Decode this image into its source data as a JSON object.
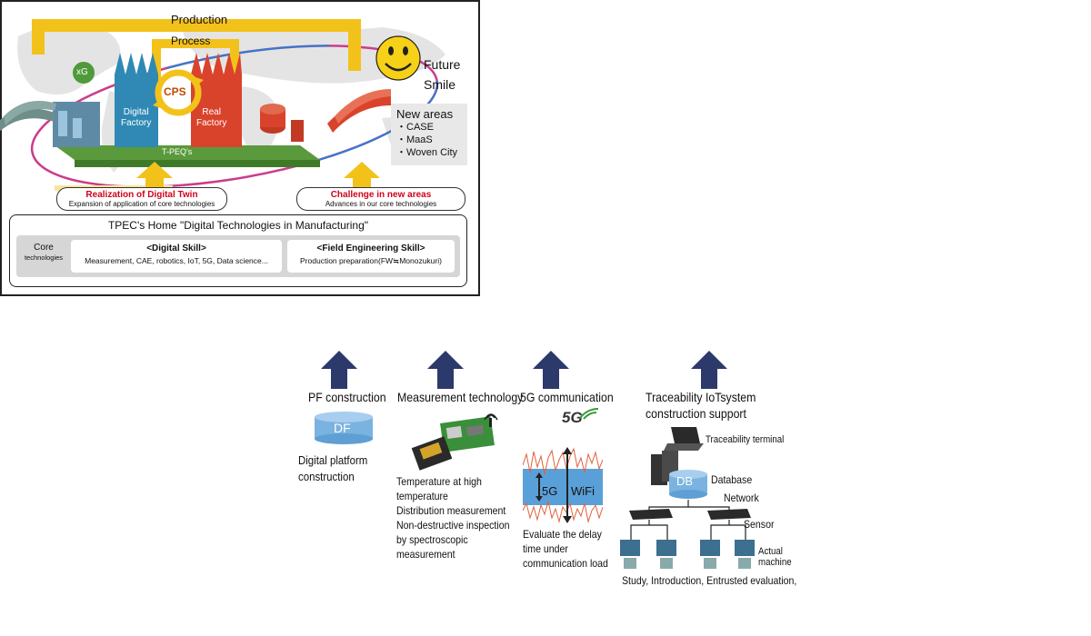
{
  "scene": {
    "production_label": "Production",
    "process_label": "Process",
    "cps_label": "CPS",
    "xg_label": "xG",
    "digital_factory_label": [
      "Digital",
      "Factory"
    ],
    "real_factory_label": [
      "Real",
      "Factory"
    ],
    "platform_label": "T-PEQ's",
    "future_smile_label": [
      "Future",
      "Smile"
    ],
    "new_areas": {
      "title": "New areas",
      "items": [
        "・CASE",
        "・MaaS",
        "・Woven City"
      ]
    },
    "digital_twin": {
      "title": "Realization of Digital Twin",
      "subtitle": "Expansion of application of core technologies"
    },
    "new_challenge": {
      "title": "Challenge in new areas",
      "subtitle": "Advances in our core technologies"
    }
  },
  "home": {
    "title": "TPEC's Home \"Digital Technologies in Manufacturing\"",
    "core_label": "Core",
    "core_sub": "technologies",
    "digital_skill": {
      "title": "<Digital Skill>",
      "desc": "Measurement, CAE, robotics, IoT, 5G, Data science..."
    },
    "field_skill": {
      "title": "<Field Engineering Skill>",
      "desc": "Production preparation(FW≒Monozukuri)"
    }
  },
  "columns": {
    "pf": {
      "title": "PF construction",
      "df_label": "DF",
      "desc": [
        "Digital platform",
        "construction"
      ]
    },
    "measurement": {
      "title": "Measurement technology",
      "desc": [
        "Temperature at high",
        "temperature",
        "Distribution measurement",
        "Non-destructive inspection",
        "by spectroscopic",
        "measurement"
      ]
    },
    "fiveg": {
      "title": "5G communication",
      "logo": "5G",
      "chart_5g": "5G",
      "chart_wifi": "WiFi",
      "desc": [
        "Evaluate the delay",
        "time under",
        "communication load"
      ]
    },
    "trace": {
      "title": [
        "Traceability IoTsystem",
        "construction support"
      ],
      "terminal": "Traceability terminal",
      "database": "Database",
      "db_label": "DB",
      "network": "Network",
      "sensor": "Sensor",
      "machine": [
        "Actual",
        "machine"
      ],
      "footer": "Study, Introduction, Entrusted evaluation,"
    }
  },
  "colors": {
    "frame_yellow": "#f3c21a",
    "arrow_navy": "#2b3a6b",
    "df_blue": "#7ab3e0",
    "alert_red": "#d0021b",
    "real_red": "#d9432c",
    "digital_teal": "#3a8fb5",
    "platform_green": "#5a9a3c"
  }
}
